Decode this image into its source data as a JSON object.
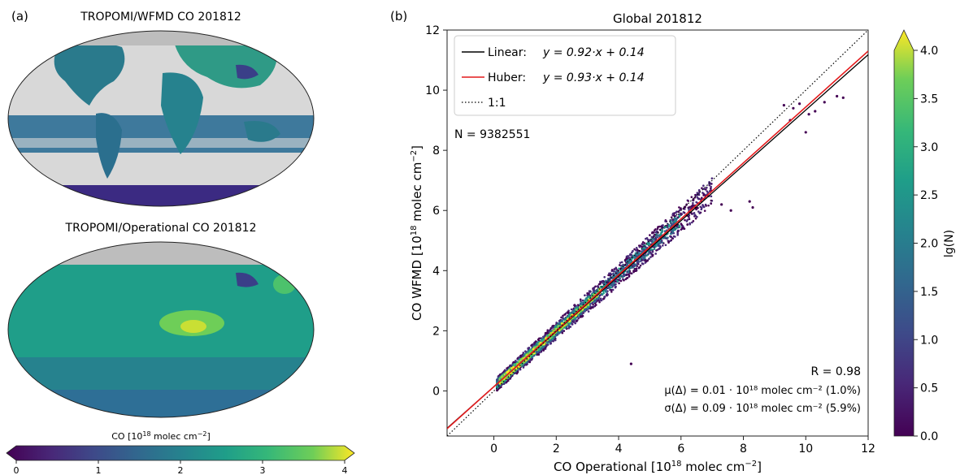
{
  "panel_a": {
    "label": "(a)",
    "map_top_title": "TROPOMI/WFMD CO 201812",
    "map_bottom_title": "TROPOMI/Operational CO 201812",
    "colorbar": {
      "label_prefix": "CO [10",
      "label_exp": "18",
      "label_mid": " molec cm",
      "label_exp2": "−2",
      "label_suffix": "]",
      "ticks": [
        "0",
        "1",
        "2",
        "3",
        "4"
      ],
      "range": [
        0,
        4
      ]
    }
  },
  "colors": {
    "land_mask": "#bdbdbd",
    "no_data": "#d8d8d8",
    "linear_line": "#000000",
    "huber_line": "#e41a1c",
    "one_to_one": "#000000",
    "viridis_low": "#440154",
    "viridis_high": "#fde725"
  },
  "chart_data": {
    "type": "scatter",
    "label": "(b)",
    "title": "Global 201812",
    "xlabel_prefix": "CO Operational [10",
    "xlabel_exp": "18",
    "xlabel_mid": " molec cm",
    "xlabel_exp2": "−2",
    "xlabel_suffix": "]",
    "ylabel_prefix": "CO WFMD [10",
    "ylabel_exp": "18",
    "ylabel_mid": " molec cm",
    "ylabel_exp2": "−2",
    "ylabel_suffix": "]",
    "xlim": [
      -1.5,
      12
    ],
    "ylim": [
      -1.5,
      12
    ],
    "xticks": [
      "0",
      "2",
      "4",
      "6",
      "8",
      "10",
      "12"
    ],
    "yticks": [
      "0",
      "2",
      "4",
      "6",
      "8",
      "10",
      "12"
    ],
    "lines": [
      {
        "legend": "Linear:",
        "eq": "y = 0.92·x + 0.14",
        "slope": 0.92,
        "intercept": 0.14
      },
      {
        "legend": "Huber:",
        "eq": "y = 0.93·x + 0.14",
        "slope": 0.93,
        "intercept": 0.14
      },
      {
        "legend": "1:1",
        "eq": "",
        "slope": 1.0,
        "intercept": 0.0
      }
    ],
    "n_text": "N = 9382551",
    "stats": {
      "r": "R = 0.98",
      "mu": "μ(Δ) = 0.01 · 10¹⁸ molec cm⁻² (1.0%)",
      "sigma": "σ(Δ) = 0.09 · 10¹⁸ molec cm⁻² (5.9%)"
    },
    "colorbar": {
      "label": "lg(N)",
      "ticks": [
        "0.0",
        "0.5",
        "1.0",
        "1.5",
        "2.0",
        "2.5",
        "3.0",
        "3.5",
        "4.0"
      ],
      "range": [
        0,
        4.0
      ]
    },
    "density_core": [
      0.1,
      7.0
    ],
    "outliers": [
      [
        9.3,
        9.5
      ],
      [
        9.6,
        9.4
      ],
      [
        9.8,
        9.55
      ],
      [
        10.3,
        9.3
      ],
      [
        10.6,
        9.6
      ],
      [
        11.0,
        9.8
      ],
      [
        11.2,
        9.75
      ],
      [
        10.0,
        8.6
      ],
      [
        8.2,
        6.3
      ],
      [
        8.3,
        6.1
      ],
      [
        4.4,
        0.9
      ],
      [
        7.6,
        6.0
      ],
      [
        7.3,
        6.2
      ],
      [
        9.5,
        9.0
      ],
      [
        10.1,
        9.2
      ]
    ]
  }
}
